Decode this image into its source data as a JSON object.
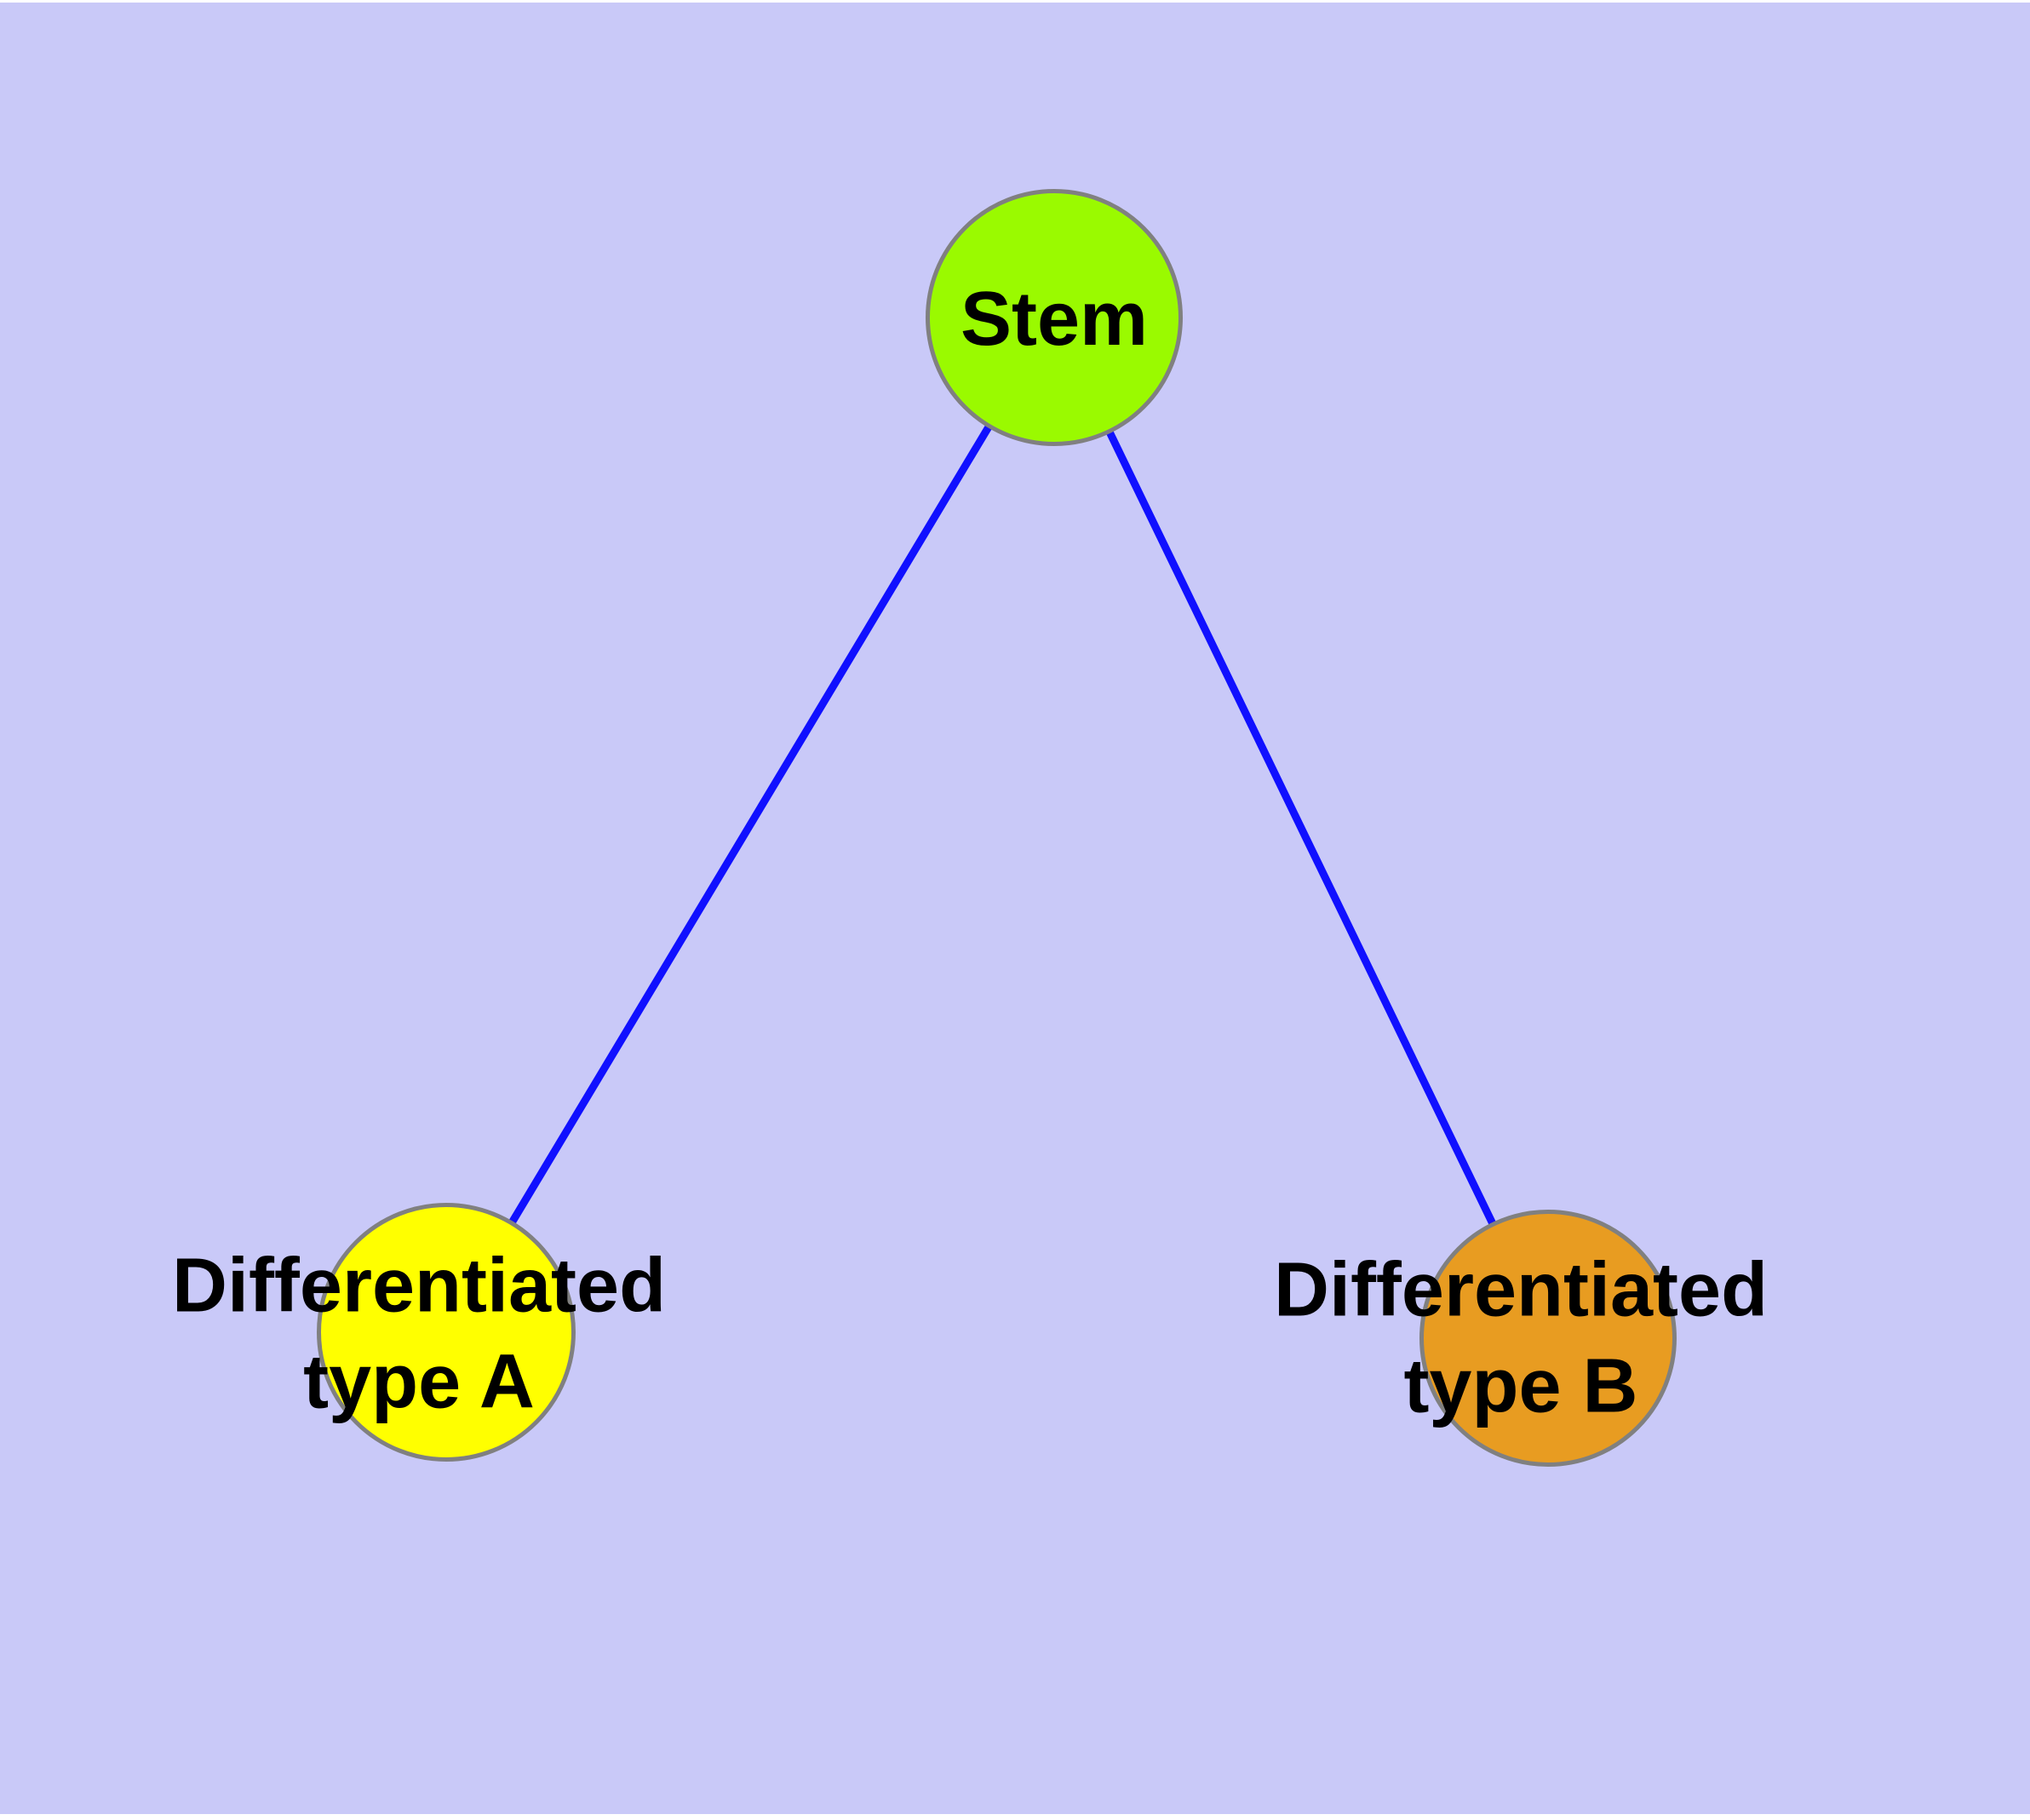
{
  "diagram": {
    "type": "node-link-graph",
    "background_color": "#C9C9F8",
    "page_margin_color": "#FFFFFF",
    "edge_color": "#1010FF",
    "node_border_color": "#808080",
    "label_color": "#000000",
    "nodes": [
      {
        "id": "stem",
        "label": "Stem",
        "fill_color": "#9AFA00"
      },
      {
        "id": "differentiated-type-a",
        "label_line1": "Differentiated",
        "label_line2": "type A",
        "fill_color": "#FFFF00"
      },
      {
        "id": "differentiated-type-b",
        "label_line1": "Differentiated",
        "label_line2": "type B",
        "fill_color": "#E89C21"
      }
    ],
    "edges": [
      {
        "from": "Stem",
        "to": "Differentiated type A"
      },
      {
        "from": "Stem",
        "to": "Differentiated type B"
      }
    ]
  }
}
